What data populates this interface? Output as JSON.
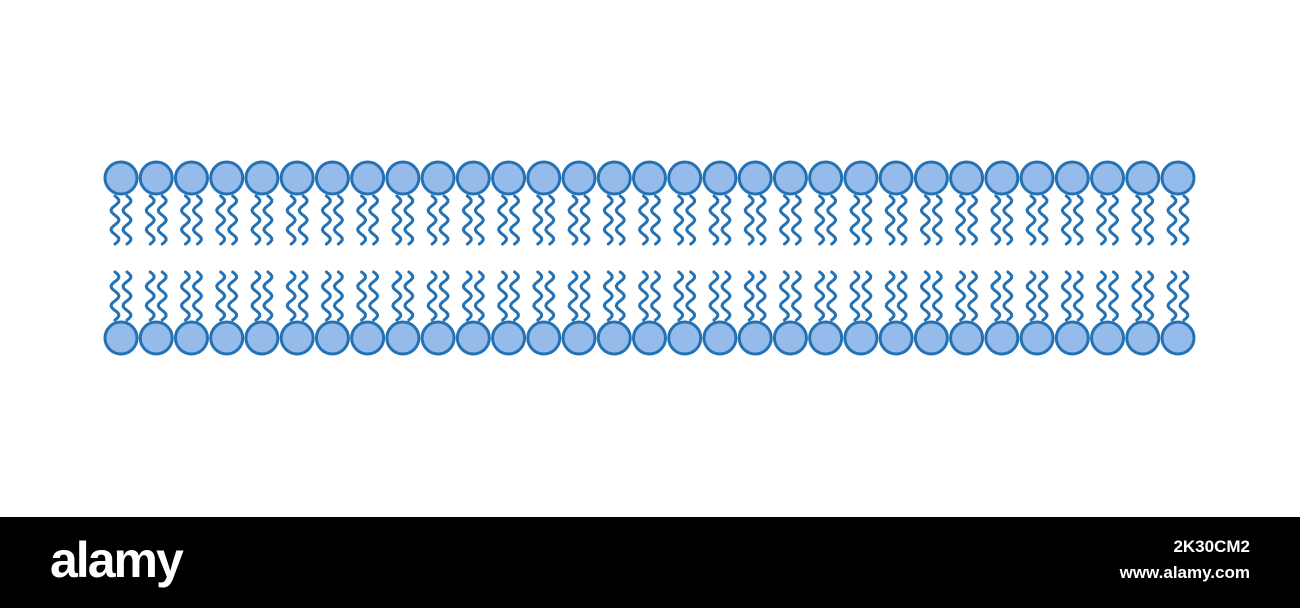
{
  "diagram": {
    "subject": "phospholipid bilayer",
    "heads_per_layer": 31,
    "layers": [
      "top",
      "bottom"
    ],
    "head_fill": "#94BBE9",
    "outline_color": "#2472B4",
    "background": "#FFFFFF"
  },
  "watermark": {
    "brand": "alamy",
    "image_id": "2K30CM2",
    "url": "www.alamy.com",
    "bar_color": "#000000",
    "text_color": "#FFFFFF"
  }
}
